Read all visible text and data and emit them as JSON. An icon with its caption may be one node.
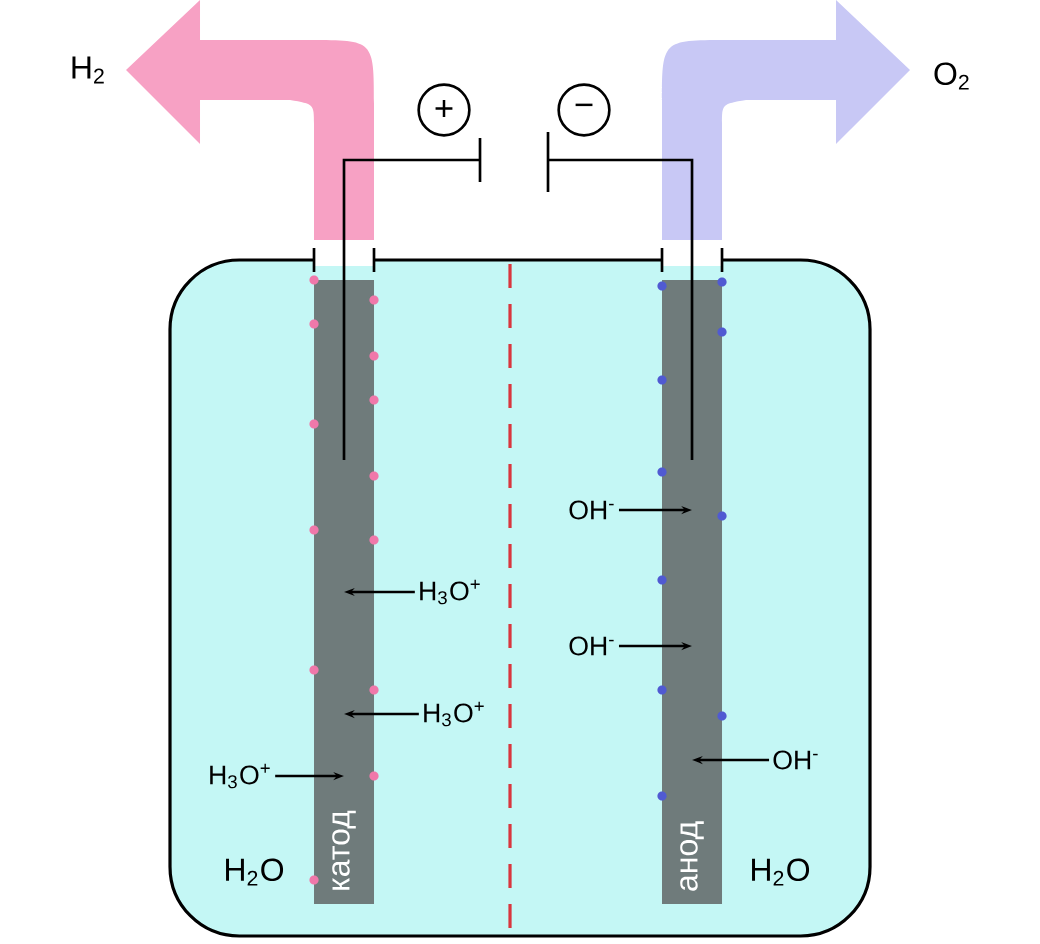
{
  "diagram": {
    "nodes": [
      {
        "text": [
          "катод"
        ]
      },
      {
        "text": [
          "анод"
        ]
      },
      {
        "text": [
          "H$_{3}$O$^{+}$"
        ]
      },
      {
        "text": [
          "H$_{3}$O$^{+}$"
        ]
      },
      {
        "text": [
          "H$_{3}$O$^{+}$"
        ]
      },
      {
        "text": [
          "OH$^{-}$"
        ]
      },
      {
        "text": [
          "OH$^{-}$"
        ]
      },
      {
        "text": [
          "OH$^{-}$"
        ]
      },
      {
        "text": [
          "+"
        ]
      },
      {
        "text": [
          "−"
        ]
      }
    ],
    "edges": [
      {
        "from": 2,
        "to": 0,
        "arrow": "to"
      },
      {
        "from": 3,
        "to": 0,
        "arrow": "to"
      },
      {
        "from": 4,
        "to": 0,
        "arrow": "to"
      },
      {
        "from": 5,
        "to": 1,
        "arrow": "to"
      },
      {
        "from": 6,
        "to": 1,
        "arrow": "to"
      },
      {
        "from": 7,
        "to": 1,
        "arrow": "to"
      }
    ],
    "labels": [
      "H$_{2}$",
      "O$_{2}$",
      "H$_{2}$O",
      "H$_{2}$O"
    ]
  }
}
